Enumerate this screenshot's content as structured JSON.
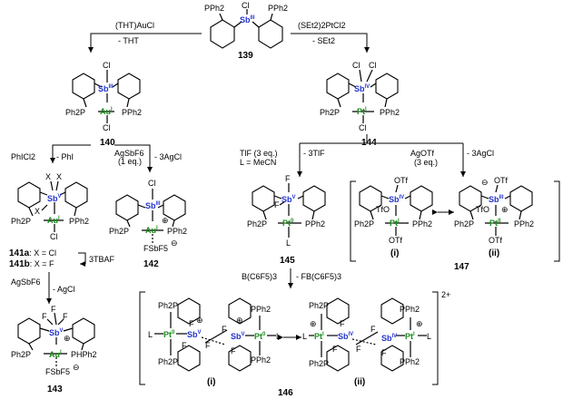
{
  "compounds": {
    "c139": {
      "label": "139",
      "top_pph2": [
        "PPh2",
        "PPh2"
      ],
      "cl": "Cl",
      "sb": "Sb",
      "sb_ox": "III"
    },
    "c140": {
      "label": "140",
      "cl_top": "Cl",
      "cl_bot": "Cl",
      "sb": "Sb",
      "sb_ox": "III",
      "au": "Au",
      "au_ox": "I",
      "p_left": "Ph2P",
      "p_right": "PPh2"
    },
    "c144": {
      "label": "144",
      "cl1": "Cl",
      "cl2": "Cl",
      "cl3": "Cl",
      "sb": "Sb",
      "sb_ox": "IV",
      "pt": "Pt",
      "pt_ox": "I",
      "p_left": "Ph2P",
      "p_right": "PPh2"
    },
    "c141": {
      "label_a": "141a",
      "label_b": "141b",
      "cond_a": ": X = Cl",
      "cond_b": ": X = F",
      "x": "X",
      "sb": "Sb",
      "sb_ox": "V",
      "au": "Au",
      "au_ox": "I",
      "cl": "Cl",
      "p_left": "Ph2P",
      "p_right": "PPh2"
    },
    "c142": {
      "label": "142",
      "cl": "Cl",
      "sb": "Sb",
      "sb_ox": "III",
      "au": "Au",
      "au_ox": "I",
      "fsbf5": "FSbF5",
      "p_left": "Ph2P",
      "p_right": "PPh2"
    },
    "c143": {
      "label": "143",
      "f": "F",
      "sb": "Sb",
      "sb_ox": "V",
      "au": "Au",
      "au_ox": "I",
      "fsbf5": "FSbF5",
      "p_left": "Ph2P",
      "p_right": "PHPh2"
    },
    "c145": {
      "label": "145",
      "f": "F",
      "sb": "Sb",
      "sb_ox": "V",
      "pt": "Pt",
      "pt_ox": "0",
      "l": "L",
      "p_left": "Ph2P",
      "p_right": "PPh2"
    },
    "c147": {
      "label": "147",
      "res_i": "(i)",
      "res_ii": "(ii)",
      "otf": "OTf",
      "tfo": "TfO",
      "sb": "Sb",
      "sb_ox_i": "IV",
      "sb_ox_ii": "III",
      "pt": "Pt",
      "pt_ox_i": "I",
      "pt_ox_ii": "II",
      "p_left": "Ph2P",
      "p_right": "PPh2"
    },
    "c146": {
      "label": "146",
      "res_i": "(i)",
      "res_ii": "(ii)",
      "charge": "2+",
      "sb": "Sb",
      "sb_ox_i": "V",
      "sb_ox_ii": "IV",
      "pt": "Pt",
      "pt_ox_i": "0",
      "pt_ox_ii": "I",
      "l": "L",
      "f": "F",
      "p_a": "Ph2P",
      "p_b": "PPh2"
    }
  },
  "reactions": {
    "r139_140": {
      "reagent": "(THT)AuCl",
      "byproduct": "- THT"
    },
    "r139_144": {
      "reagent": "(SEt2)2PtCl2",
      "byproduct": "- SEt2"
    },
    "r140_141": {
      "reagent": "PhICl2",
      "byproduct": "- PhI"
    },
    "r140_142": {
      "reagent": "AgSbF6",
      "reagent2": "(1 eq.)",
      "byproduct": "- 3AgCl"
    },
    "r141a_141b": {
      "reagent": "3TBAF"
    },
    "r141_143": {
      "reagent": "AgSbF6",
      "byproduct": "- AgCl"
    },
    "r144_145": {
      "reagent": "TlF (3 eq.)",
      "reagent2": "L = MeCN",
      "byproduct": "- 3TlF"
    },
    "r144_147": {
      "reagent": "AgOTf",
      "reagent2": "(3 eq.)",
      "byproduct": "- 3AgCl"
    },
    "r145_146": {
      "reagent": "B(C6F5)3",
      "byproduct": "- FB(C6F5)3"
    }
  }
}
